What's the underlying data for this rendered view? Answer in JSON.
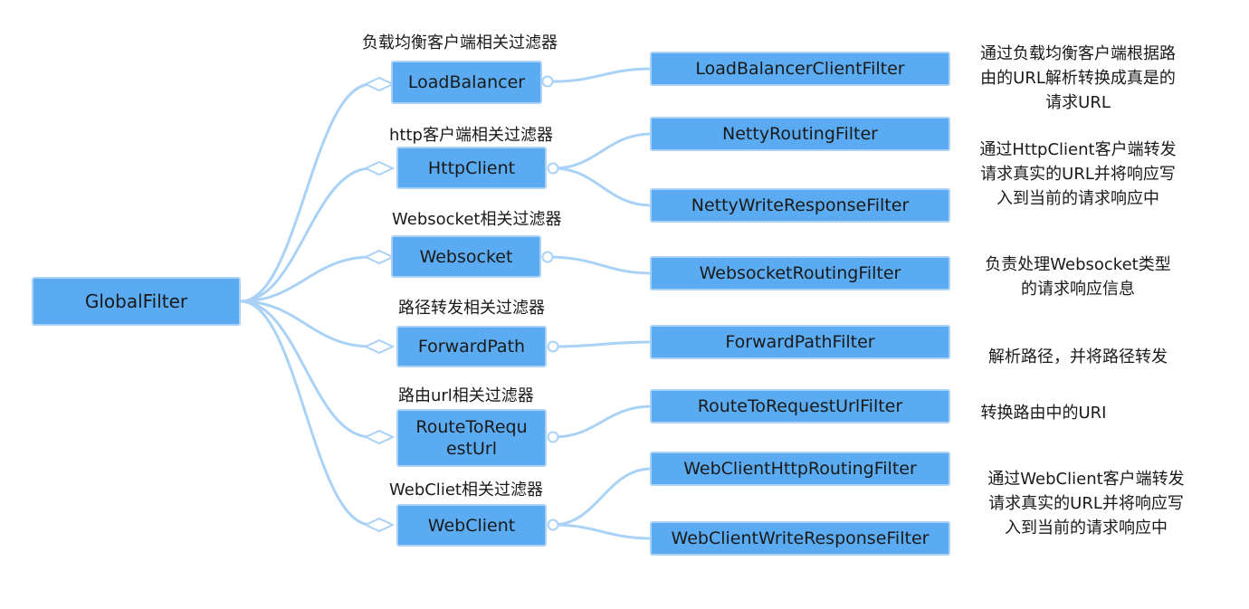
{
  "root": {
    "label": "GlobalFilter"
  },
  "groups": [
    {
      "caption": "负载均衡客户端相关过滤器",
      "node": "LoadBalancer",
      "filters": [
        "LoadBalancerClientFilter"
      ],
      "note_lines": [
        "通过负载均衡客户端根据路",
        "由的URL解析转换成真是的",
        "请求URL"
      ]
    },
    {
      "caption": "http客户端相关过滤器",
      "node": "HttpClient",
      "filters": [
        "NettyRoutingFilter",
        "NettyWriteResponseFilter"
      ],
      "note_lines": [
        "通过HttpClient客户端转发",
        "请求真实的URL并将响应写",
        "入到当前的请求响应中"
      ]
    },
    {
      "caption": "Websocket相关过滤器",
      "node": "Websocket",
      "filters": [
        "WebsocketRoutingFilter"
      ],
      "note_lines": [
        "负责处理Websocket类型",
        "的请求响应信息"
      ]
    },
    {
      "caption": "路径转发相关过滤器",
      "node": "ForwardPath",
      "filters": [
        "ForwardPathFilter"
      ],
      "note_lines": [
        "解析路径，并将路径转发"
      ]
    },
    {
      "caption": "路由url相关过滤器",
      "node": "RouteToRequestUrl",
      "node_lines": [
        "RouteToRequ",
        "estUrl"
      ],
      "filters": [
        "RouteToRequestUrlFilter"
      ],
      "note_lines": [
        "转换路由中的URI"
      ]
    },
    {
      "caption": "WebCliet相关过滤器",
      "node": "WebClient",
      "filters": [
        "WebClientHttpRoutingFilter",
        "WebClientWriteResponseFilter"
      ],
      "note_lines": [
        "通过WebClient客户端转发",
        "请求真实的URL并将响应写",
        "入到当前的请求响应中"
      ]
    }
  ],
  "colors": {
    "node_fill": "#5aabf2",
    "node_border": "#a9d2f6",
    "edge": "#a9d2f6",
    "text": "#1a1a1a"
  }
}
